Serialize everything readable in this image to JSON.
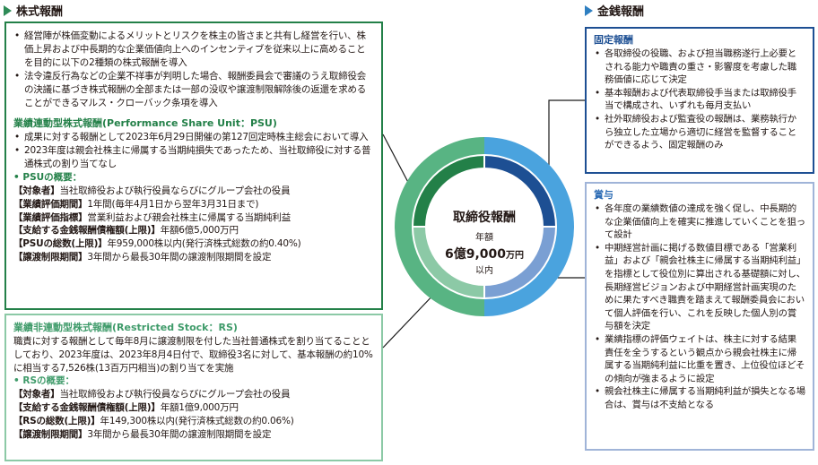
{
  "stock": {
    "heading": "株式報酬",
    "intro": [
      "経営陣が株価変動によるメリットとリスクを株主の皆さまと共有し経営を行い、株価上昇および中長期的な企業価値向上へのインセンティブを従来以上に高めることを目的に以下の2種類の株式報酬を導入",
      "法令違反行為などの企業不祥事が判明した場合、報酬委員会で審議のうえ取締役会の決議に基づき株式報酬の全部または一部の没収や譲渡制限解除後の返還を求めることができるマルス・クローバック条項を導入"
    ],
    "psu": {
      "title": "業績連動型株式報酬(Performance Share Unit：PSU)",
      "bullets": [
        "成果に対する報酬として2023年6月29日開催の第127回定時株主総会において導入",
        "2023年度は親会社株主に帰属する当期純損失であったため、当社取締役に対する普通株式の割り当てなし"
      ],
      "overview_label": "PSUの概要：",
      "items": [
        {
          "k": "【対象者】",
          "v": "当社取締役および執行役員ならびにグループ会社の役員"
        },
        {
          "k": "【業績評価期間】",
          "v": "1年間(毎年4月1日から翌年3月31日まで)"
        },
        {
          "k": "【業績評価指標】",
          "v": "営業利益および親会社株主に帰属する当期純利益"
        },
        {
          "k": "【支給する金銭報酬債権額(上限)】",
          "v": "年額6億5,000万円"
        },
        {
          "k": "【PSUの総数(上限)】",
          "v": "年959,000株以内(発行済株式総数の約0.40%)"
        },
        {
          "k": "【譲渡制限期間】",
          "v": "3年間から最長30年間の譲渡制限期間を設定"
        }
      ]
    },
    "rs": {
      "title": "業績非連動型株式報酬(Restricted Stock：RS)",
      "desc": "職責に対する報酬として毎年8月に譲渡制限を付した当社普通株式を割り当てることとしており、2023年度は、2023年8月4日付で、取締役3名に対して、基本報酬の約10%に相当する7,526株(13百万円相当)の割り当てを実施",
      "overview_label": "RSの概要：",
      "items": [
        {
          "k": "【対象者】",
          "v": "当社取締役および執行役員ならびにグループ会社の役員"
        },
        {
          "k": "【支給する金銭報酬債権額(上限)】",
          "v": "年額1億9,000万円"
        },
        {
          "k": "【RSの総数(上限)】",
          "v": "年149,300株以内(発行済株式総数の約0.06%)"
        },
        {
          "k": "【譲渡制限期間】",
          "v": "3年間から最長30年間の譲渡制限期間を設定"
        }
      ]
    }
  },
  "cash": {
    "heading": "金銭報酬",
    "fixed": {
      "title": "固定報酬",
      "bullets": [
        "各取締役の役職、および担当職務遂行上必要とされる能力や職責の重さ・影響度を考慮した職務価値に応じて決定",
        "基本報酬および代表取締役手当または取締役手当で構成され、いずれも毎月支払い",
        "社外取締役および監査役の報酬は、業務執行から独立した立場から適切に経営を監督することができるよう、固定報酬のみ"
      ]
    },
    "bonus": {
      "title": "賞与",
      "bullets": [
        "各年度の業績数値の達成を強く促し、中長期的な企業価値向上を確実に推進していくことを狙って設計",
        "中期経営計画に掲げる数値目標である「営業利益」および「親会社株主に帰属する当期純利益」を指標として役位別に算出される基礎額に対し、長期経営ビジョンおよび中期経営計画実現のために果たすべき職責を踏まえて報酬委員会において個人評価を行い、これを反映した個人別の賞与額を決定",
        "業績指標の評価ウェイトは、株主に対する結果責任を全うするという観点から親会社株主に帰属する当期純利益に比重を置き、上位役位ほどその傾向が強まるように設定",
        "親会社株主に帰属する当期純利益が損失となる場合は、賞与は不支給となる"
      ]
    }
  },
  "center": {
    "title": "取締役報酬",
    "sub": "年額",
    "amount": "6億9,000",
    "unit": "万円",
    "tail": "以内"
  },
  "colors": {
    "stock_dark": "#238048",
    "stock_light": "#8cc9a6",
    "cash_dark": "#1d4f93",
    "cash_light": "#a0b4d8",
    "ring_outer_green": "#58b483",
    "ring_outer_blue": "#4aa3de"
  }
}
